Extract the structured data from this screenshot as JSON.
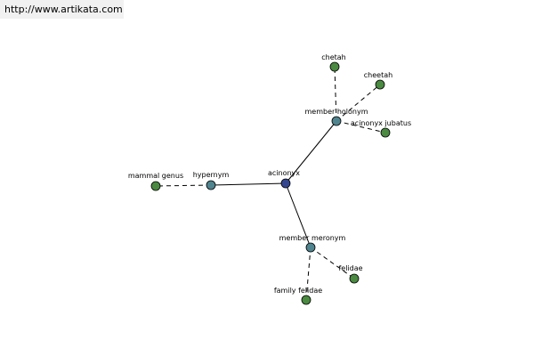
{
  "site_link": "http://www.artikata.com",
  "colors": {
    "center": "#34468f",
    "relation": "#50848e",
    "leaf": "#4a8a41",
    "edge": "#000000"
  },
  "nodes": {
    "center": "acinonyx",
    "hypernym": "hypernym",
    "member_holonym": "member holonym",
    "member_meronym": "member meronym",
    "mammal_genus": "mammal genus",
    "chetah": "chetah",
    "cheetah": "cheetah",
    "acinonyx_jubatus": "acinonyx jubatus",
    "felidae": "felidae",
    "family_felidae": "family felidae"
  }
}
